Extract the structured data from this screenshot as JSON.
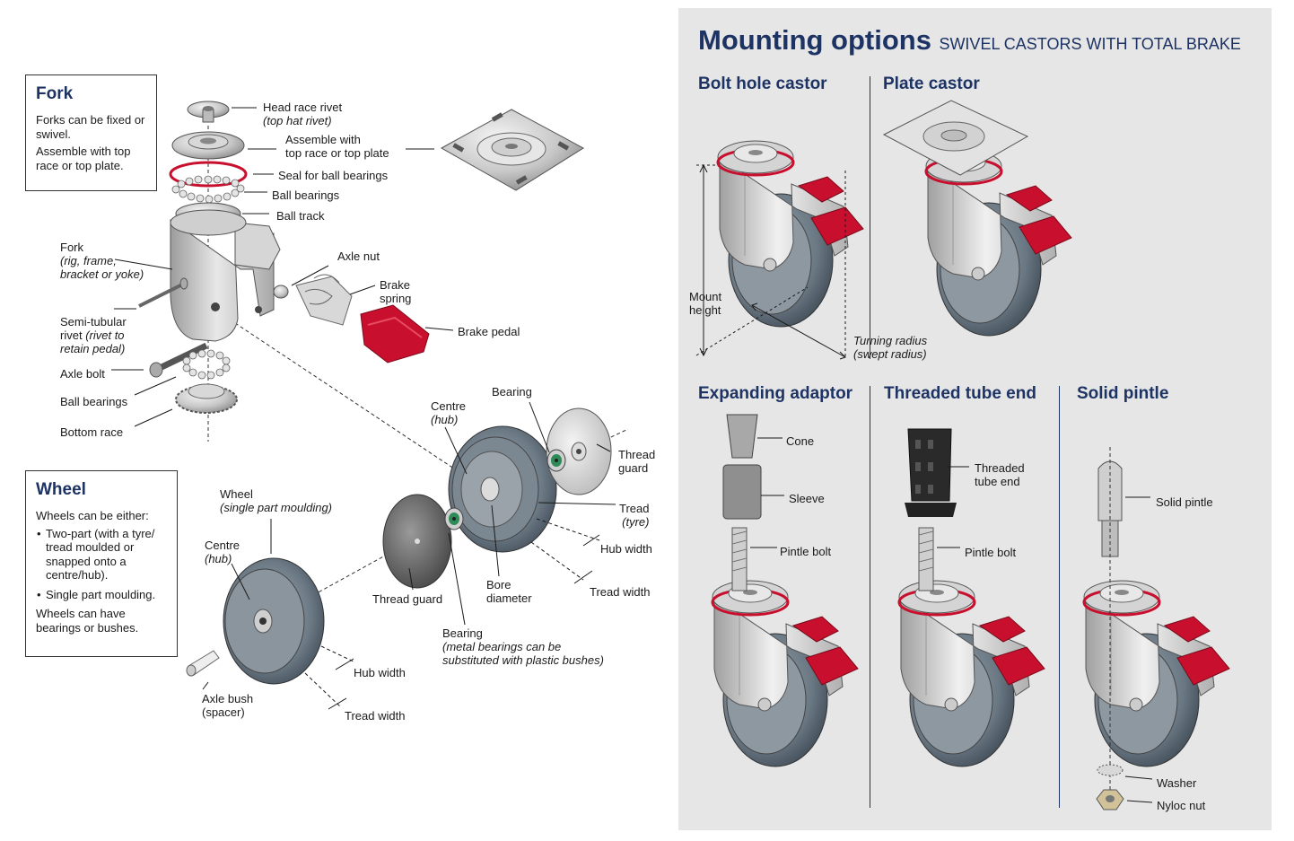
{
  "fork_box": {
    "title": "Fork",
    "line1": "Forks can be fixed or swivel.",
    "line2": "Assemble with top race or top plate."
  },
  "wheel_box": {
    "title": "Wheel",
    "intro": "Wheels can be either:",
    "bullets": [
      "Two-part (with a tyre/ tread moulded or snapped onto a centre/hub).",
      "Single part moulding."
    ],
    "outro": "Wheels can have bearings or bushes."
  },
  "labels": {
    "head_race_rivet": "Head race rivet",
    "head_race_rivet_sub": "(top hat rivet)",
    "assemble_with": "Assemble with",
    "top_race_or_plate": "top race or top plate",
    "seal": "Seal for ball bearings",
    "ball_bearings_top": "Ball bearings",
    "ball_track": "Ball track",
    "fork": "Fork",
    "fork_sub1": "(rig, frame,",
    "fork_sub2": "bracket or yoke)",
    "axle_nut": "Axle nut",
    "brake": "Brake",
    "spring": "spring",
    "brake_pedal": "Brake pedal",
    "semi_tubular": "Semi-tubular",
    "rivet_prefix": "rivet",
    "rivet_italic": "(rivet to",
    "retain_pedal": "retain pedal)",
    "axle_bolt": "Axle bolt",
    "ball_bearings_bottom": "Ball bearings",
    "bottom_race": "Bottom race",
    "bearing_top": "Bearing",
    "centre": "Centre",
    "hub": "(hub)",
    "thread": "Thread",
    "guard": "guard",
    "tread": "Tread",
    "tyre": "(tyre)",
    "hub_width": "Hub width",
    "tread_width": "Tread width",
    "bore": "Bore",
    "diameter": "diameter",
    "thread_guard": "Thread guard",
    "bearing_bottom": "Bearing",
    "bearing_note1": "(metal bearings can be",
    "bearing_note2": "substituted with plastic bushes)",
    "wheel": "Wheel",
    "wheel_sub": "(single part moulding)",
    "centre2": "Centre",
    "hub2": "(hub)",
    "hub_width2": "Hub width",
    "tread_width2": "Tread width",
    "axle_bush": "Axle bush",
    "spacer": "(spacer)"
  },
  "mounting": {
    "title": "Mounting options",
    "subtitle": "SWIVEL CASTORS WITH TOTAL BRAKE",
    "bolt_hole": "Bolt hole castor",
    "plate": "Plate castor",
    "expanding": "Expanding adaptor",
    "threaded": "Threaded tube end",
    "solid": "Solid pintle",
    "mount": "Mount",
    "height": "height",
    "turning": "Turning radius",
    "swept": "(swept radius)",
    "cone": "Cone",
    "sleeve": "Sleeve",
    "pintle_bolt1": "Pintle bolt",
    "threaded_tube": "Threaded",
    "tube_end": "tube end",
    "pintle_bolt2": "Pintle bolt",
    "solid_pintle": "Solid pintle",
    "washer": "Washer",
    "nyloc": "Nyloc nut"
  },
  "colors": {
    "navy": "#1d3364",
    "brake_red": "#c8102e",
    "panel_grey": "#e6e6e6",
    "tyre": "#6f7f8c",
    "metal": "#c9c9c9"
  }
}
